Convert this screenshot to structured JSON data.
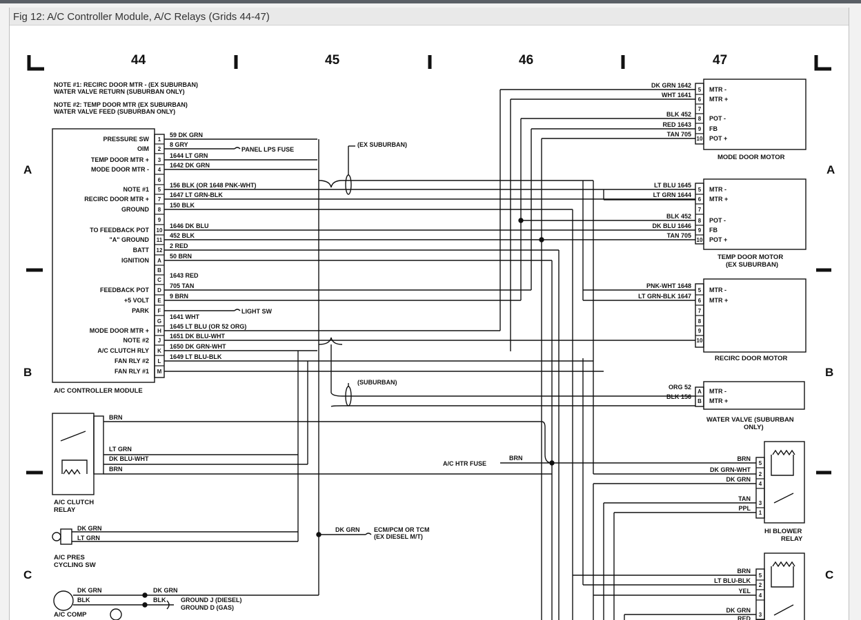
{
  "figure_title": "Fig 12: A/C Controller Module, A/C Relays (Grids 44-47)",
  "grid_numbers": [
    "44",
    "45",
    "46",
    "47"
  ],
  "row_letters": [
    "A",
    "B",
    "C"
  ],
  "notes": [
    "NOTE #1: RECIRC DOOR MTR - (EX SUBURBAN)",
    "WATER VALVE RETURN (SUBURBAN ONLY)",
    "NOTE #2: TEMP DOOR MTR (EX SUBURBAN)",
    "WATER VALVE FEED (SUBURBAN ONLY)"
  ],
  "controller": {
    "title": "A/C CONTROLLER MODULE",
    "pins": [
      {
        "pin": "1",
        "label": "PRESSURE SW",
        "wire": "59 DK GRN"
      },
      {
        "pin": "2",
        "label": "OIM",
        "wire": "8 GRY"
      },
      {
        "pin": "3",
        "label": "TEMP DOOR MTR +",
        "wire": "1644 LT GRN"
      },
      {
        "pin": "4",
        "label": "MODE DOOR MTR -",
        "wire": "1642 DK GRN"
      },
      {
        "pin": "6",
        "label": "",
        "wire": ""
      },
      {
        "pin": "5",
        "label": "NOTE #1",
        "wire": "156 BLK (OR 1648 PNK-WHT)"
      },
      {
        "pin": "7",
        "label": "RECIRC DOOR MTR +",
        "wire": "1647 LT GRN-BLK"
      },
      {
        "pin": "8",
        "label": "GROUND",
        "wire": "150 BLK"
      },
      {
        "pin": "9",
        "label": "",
        "wire": ""
      },
      {
        "pin": "10",
        "label": "TO FEEDBACK POT",
        "wire": "1646 DK BLU"
      },
      {
        "pin": "11",
        "label": "\"A\" GROUND",
        "wire": "452 BLK"
      },
      {
        "pin": "12",
        "label": "BATT",
        "wire": "2 RED"
      },
      {
        "pin": "A",
        "label": "IGNITION",
        "wire": "50 BRN"
      },
      {
        "pin": "B",
        "label": "",
        "wire": ""
      },
      {
        "pin": "C",
        "label": "",
        "wire": "1643 RED"
      },
      {
        "pin": "D",
        "label": "FEEDBACK POT",
        "wire": "705 TAN"
      },
      {
        "pin": "E",
        "label": "+5 VOLT",
        "wire": "9 BRN"
      },
      {
        "pin": "F",
        "label": "PARK",
        "wire": ""
      },
      {
        "pin": "G",
        "label": "",
        "wire": "1641 WHT"
      },
      {
        "pin": "H",
        "label": "MODE DOOR MTR +",
        "wire": "1645 LT BLU (OR 52 ORG)"
      },
      {
        "pin": "J",
        "label": "NOTE #2",
        "wire": "1651 DK BLU-WHT"
      },
      {
        "pin": "K",
        "label": "A/C CLUTCH RLY",
        "wire": "1650 DK GRN-WHT"
      },
      {
        "pin": "L",
        "label": "FAN RLY #2",
        "wire": "1649 LT BLU-BLK"
      },
      {
        "pin": "M",
        "label": "FAN RLY #1",
        "wire": ""
      }
    ]
  },
  "fuse_labels": {
    "panel": "PANEL LPS FUSE",
    "light_sw": "LIGHT SW",
    "ac_htr": "A/C HTR FUSE",
    "ecm": "ECM/PCM OR TCM",
    "ecm2": "(EX DIESEL M/T)"
  },
  "branch_labels": {
    "ex_suburban": "(EX SUBURBAN)",
    "suburban": "(SUBURBAN)"
  },
  "mode_door_motor": {
    "title": "MODE DOOR MOTOR",
    "rows": [
      {
        "wire": "DK GRN 1642",
        "pin": "5",
        "fn": "MTR -"
      },
      {
        "wire": "WHT 1641",
        "pin": "6",
        "fn": "MTR +"
      },
      {
        "wire": "",
        "pin": "7",
        "fn": ""
      },
      {
        "wire": "BLK 452",
        "pin": "8",
        "fn": "POT -"
      },
      {
        "wire": "RED 1643",
        "pin": "9",
        "fn": "FB"
      },
      {
        "wire": "TAN 705",
        "pin": "10",
        "fn": "POT +"
      }
    ]
  },
  "temp_door_motor": {
    "title": "TEMP DOOR MOTOR",
    "subtitle": "(EX SUBURBAN)",
    "rows": [
      {
        "wire": "LT BLU 1645",
        "pin": "5",
        "fn": "MTR -"
      },
      {
        "wire": "LT GRN 1644",
        "pin": "6",
        "fn": "MTR +"
      },
      {
        "wire": "",
        "pin": "7",
        "fn": ""
      },
      {
        "wire": "BLK 452",
        "pin": "8",
        "fn": "POT -"
      },
      {
        "wire": "DK BLU 1646",
        "pin": "9",
        "fn": "FB"
      },
      {
        "wire": "TAN 705",
        "pin": "10",
        "fn": "POT +"
      }
    ]
  },
  "recirc_door_motor": {
    "title": "RECIRC DOOR MOTOR",
    "rows": [
      {
        "wire": "PNK-WHT 1648",
        "pin": "5",
        "fn": "MTR -"
      },
      {
        "wire": "LT GRN-BLK 1647",
        "pin": "6",
        "fn": "MTR +"
      },
      {
        "wire": "",
        "pin": "7",
        "fn": ""
      },
      {
        "wire": "",
        "pin": "8",
        "fn": ""
      },
      {
        "wire": "",
        "pin": "9",
        "fn": ""
      },
      {
        "wire": "",
        "pin": "10",
        "fn": ""
      }
    ]
  },
  "water_valve": {
    "title": "WATER VALVE (SUBURBAN",
    "title2": "ONLY)",
    "rows": [
      {
        "wire": "ORG 52",
        "pin": "A",
        "fn": "MTR -"
      },
      {
        "wire": "BLK 156",
        "pin": "B",
        "fn": "MTR +"
      }
    ]
  },
  "hi_blower_relay": {
    "title": "HI BLOWER",
    "title2": "RELAY",
    "rows": [
      {
        "wire": "BRN",
        "pin": "5"
      },
      {
        "wire": "DK GRN-WHT",
        "pin": "2"
      },
      {
        "wire": "DK GRN",
        "pin": "4"
      },
      {
        "wire": "TAN",
        "pin": "3"
      },
      {
        "wire": "PPL",
        "pin": "1"
      }
    ]
  },
  "bottom_relay": {
    "rows": [
      {
        "wire": "BRN",
        "pin": "5"
      },
      {
        "wire": "LT BLU-BLK",
        "pin": "2"
      },
      {
        "wire": "YEL",
        "pin": "4"
      },
      {
        "wire": "DK GRN",
        "pin": "3"
      },
      {
        "wire": "RED",
        "pin": ""
      }
    ]
  },
  "clutch_relay": {
    "title": "A/C CLUTCH",
    "title2": "RELAY",
    "wires": [
      "BRN",
      "LT GRN",
      "DK BLU-WHT",
      "BRN"
    ]
  },
  "pres_sw": {
    "title": "A/C PRES",
    "title2": "CYCLING SW",
    "wires": [
      "DK GRN",
      "LT GRN"
    ]
  },
  "comp": {
    "title": "A/C COMP",
    "wires": [
      "DK GRN",
      "BLK",
      "DK GRN",
      "BLK"
    ],
    "ground1": "GROUND J (DIESEL)",
    "ground2": "GROUND D (GAS)"
  },
  "misc": {
    "brn": "BRN",
    "dk_grn": "DK GRN",
    "red": "RED"
  }
}
